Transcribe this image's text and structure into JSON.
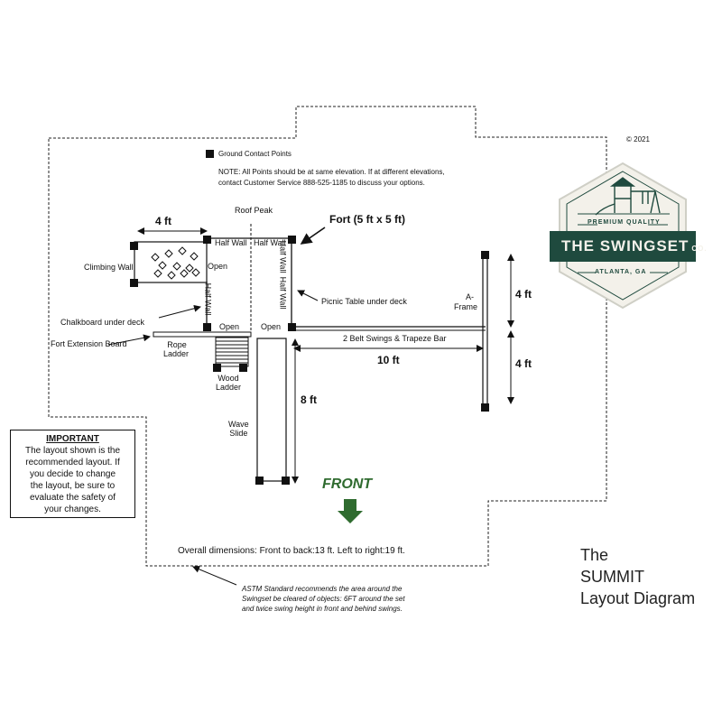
{
  "legend": {
    "label": "Ground Contact Points"
  },
  "note": {
    "line1": "NOTE: All Points should be at same elevation.  If at different elevations,",
    "line2": "contact Customer Service 888-525-1185 to discuss your options."
  },
  "fort_title": "Fort  (5 ft x 5 ft)",
  "copyright": "© 2021",
  "labels": {
    "roof_peak": "Roof Peak",
    "half_wall_1": "Half Wall",
    "half_wall_2": "Half Wall",
    "half_wall_v1": "Half Wall",
    "half_wall_v2": "Half Wall",
    "half_wall_v3": "Half Wall",
    "open_1": "Open",
    "open_2": "Open",
    "open_3": "Open",
    "climbing_wall": "Climbing Wall",
    "chalkboard": "Chalkboard under deck",
    "fort_extension": "Fort Extension Board",
    "rope_ladder_1": "Rope",
    "rope_ladder_2": "Ladder",
    "wood_ladder_1": "Wood",
    "wood_ladder_2": "Ladder",
    "wave_slide_1": "Wave",
    "wave_slide_2": "Slide",
    "picnic_table": "Picnic Table under deck",
    "a_frame_1": "A-",
    "a_frame_2": "Frame",
    "swings": "2 Belt Swings & Trapeze Bar"
  },
  "dimensions": {
    "climb_width": "4 ft",
    "a_frame_top": "4 ft",
    "a_frame_bottom": "4 ft",
    "beam_length": "10 ft",
    "slide_length": "8 ft"
  },
  "front_label": "FRONT",
  "overall": "Overall dimensions:  Front to back:13 ft.    Left to right:19 ft.",
  "astm": {
    "line1": "ASTM Standard recommends the area around the",
    "line2": "Swingset be cleared of objects: 6FT around the set",
    "line3": "and twice swing height in front and behind swings."
  },
  "important": {
    "heading": "IMPORTANT",
    "line1": "The layout shown is the",
    "line2": "recommended layout.  If",
    "line3": "you decide to change",
    "line4": "the layout, be sure to",
    "line5": "evaluate the safety of",
    "line6": "your changes."
  },
  "logo": {
    "top": "PREMIUM QUALITY",
    "brand_main": "THE SWINGSET",
    "brand_co": "CO.",
    "location": "ATLANTA, GA",
    "colors": {
      "green": "#1f4a3e",
      "cream": "#f3f1ea",
      "line": "#cfcfc6"
    }
  },
  "caption": {
    "line1": "The",
    "line2": "SUMMIT",
    "line3": "Layout Diagram"
  },
  "colors": {
    "front_arrow": "#2f6b2f",
    "ink": "#111111"
  }
}
